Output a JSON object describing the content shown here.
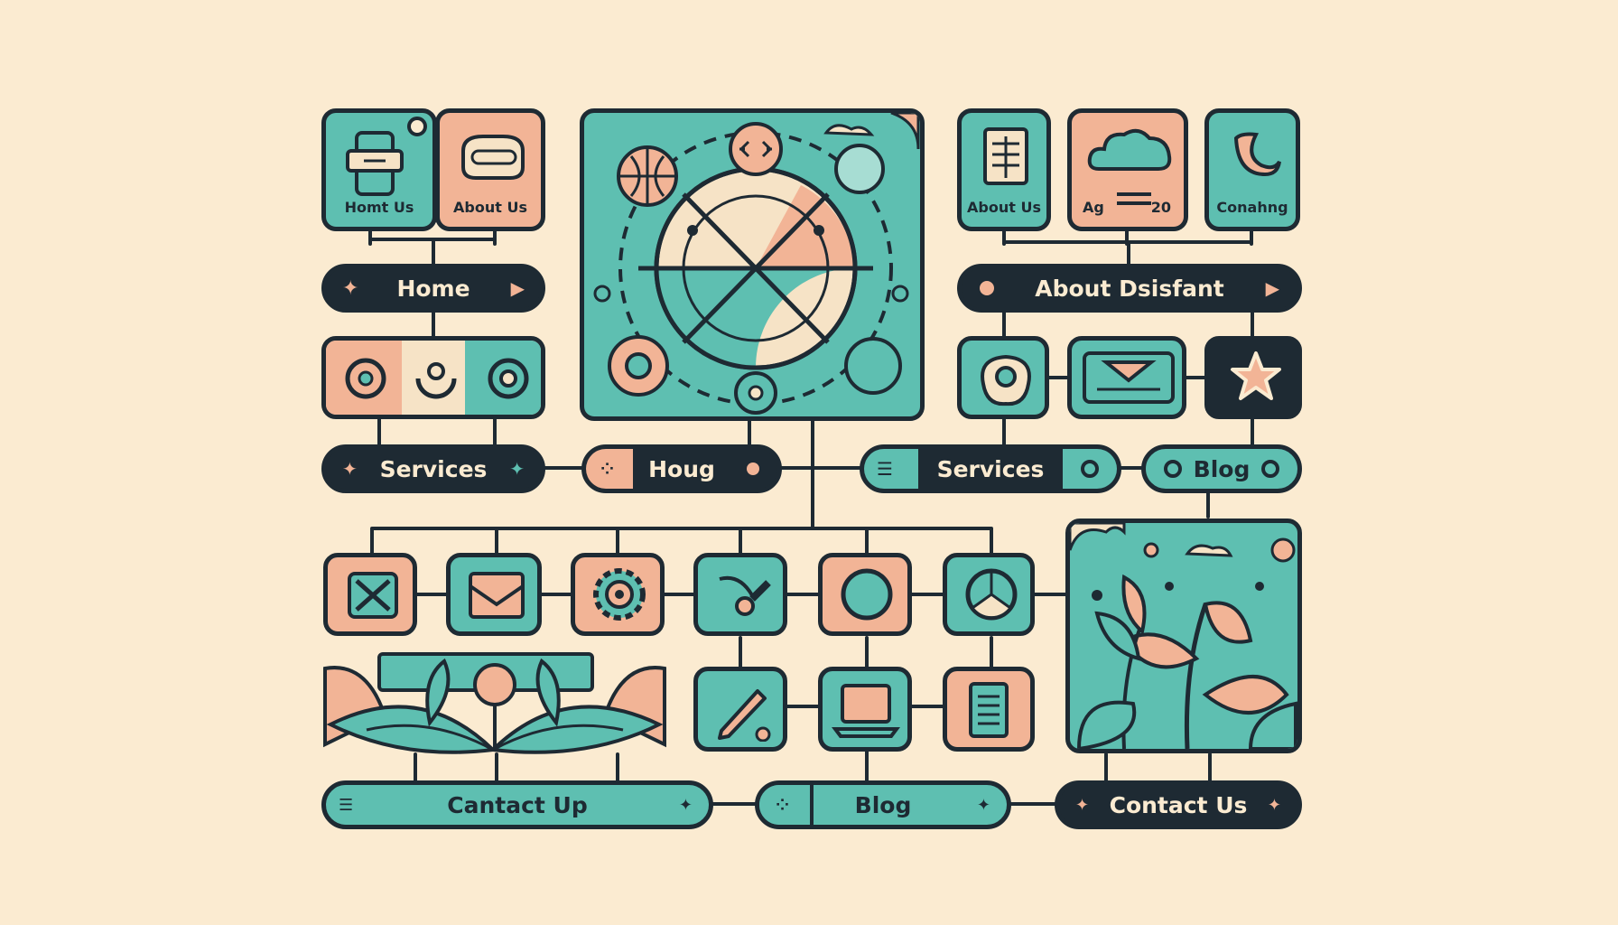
{
  "colors": {
    "background": "#FBEBD1",
    "teal": "#5EBFB1",
    "peach": "#F2B496",
    "cream": "#F6E3C6",
    "dark": "#1E2A33"
  },
  "top_left": {
    "tile_1_label": "Homt Us",
    "tile_2_label": "About Us",
    "home_pill": "Home",
    "services_pill": "Services"
  },
  "center": {
    "houg_pill": "Houg"
  },
  "top_right": {
    "tile_1_label": "About Us",
    "tile_2_label": "Ag",
    "tile_2_number": "20",
    "tile_3_label": "Conahng",
    "about_pill": "About Dsisfant",
    "services_pill": "Services",
    "blog_pill": "Blog"
  },
  "bottom": {
    "contact_up_pill": "Cantact Up",
    "blog_pill": "Blog",
    "contact_us_pill": "Contact Us"
  },
  "icons": [
    "video-strip-icon",
    "car-icon",
    "calendar-icon",
    "cloud-icon",
    "moon-icon",
    "globe-icon",
    "refresh-icon",
    "user-badge-icon",
    "envelope-icon",
    "star-icon",
    "x-icon",
    "mail-icon",
    "gear-icon",
    "pin-icon",
    "circle-icon",
    "pie-icon",
    "pen-icon",
    "laptop-icon",
    "document-icon",
    "leaf-icon"
  ]
}
